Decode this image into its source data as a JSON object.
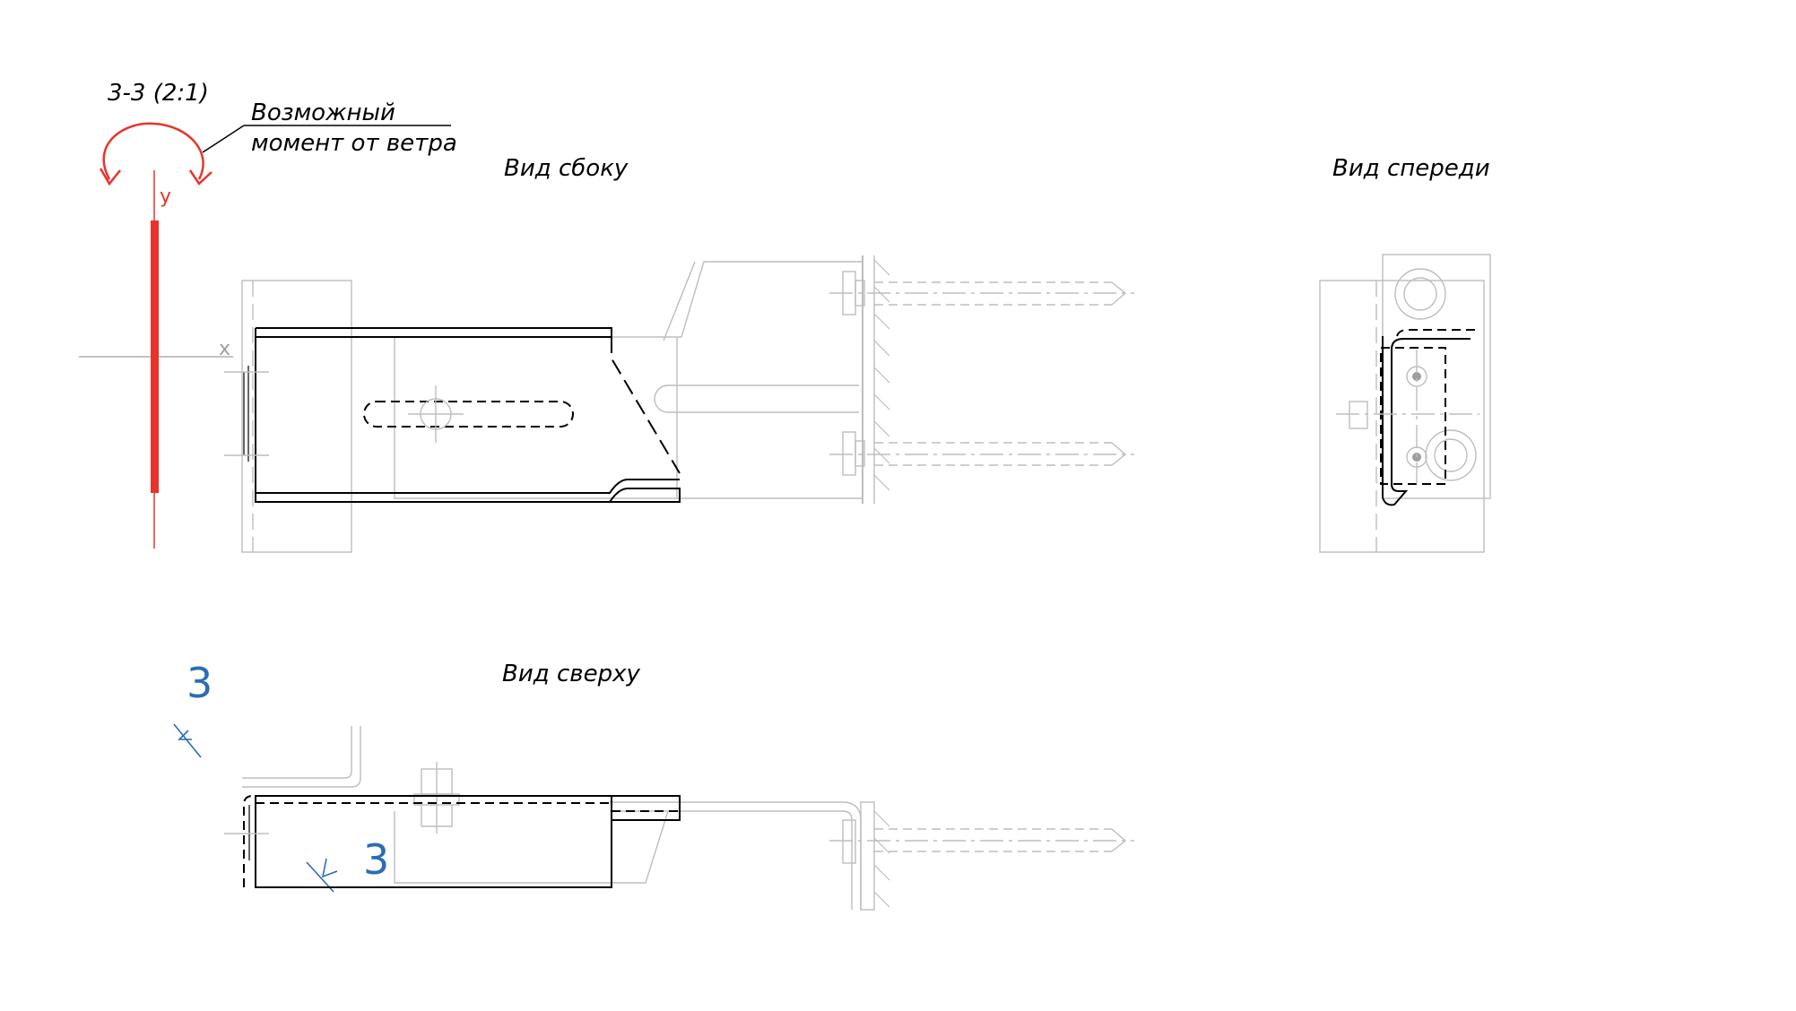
{
  "section_label": "3-3 (2:1)",
  "wind_note_line1": "Возможный",
  "wind_note_line2": "момент от ветра",
  "axis_y": "y",
  "axis_x": "x",
  "view_side": "Вид сбоку",
  "view_front": "Вид спереди",
  "view_top": "Вид сверху",
  "section_mark_a": "3",
  "section_mark_b": "3",
  "colors": {
    "red": "#e8332b",
    "blue": "#2a6db5",
    "gray": "#bdbdbd",
    "black": "#000000"
  }
}
